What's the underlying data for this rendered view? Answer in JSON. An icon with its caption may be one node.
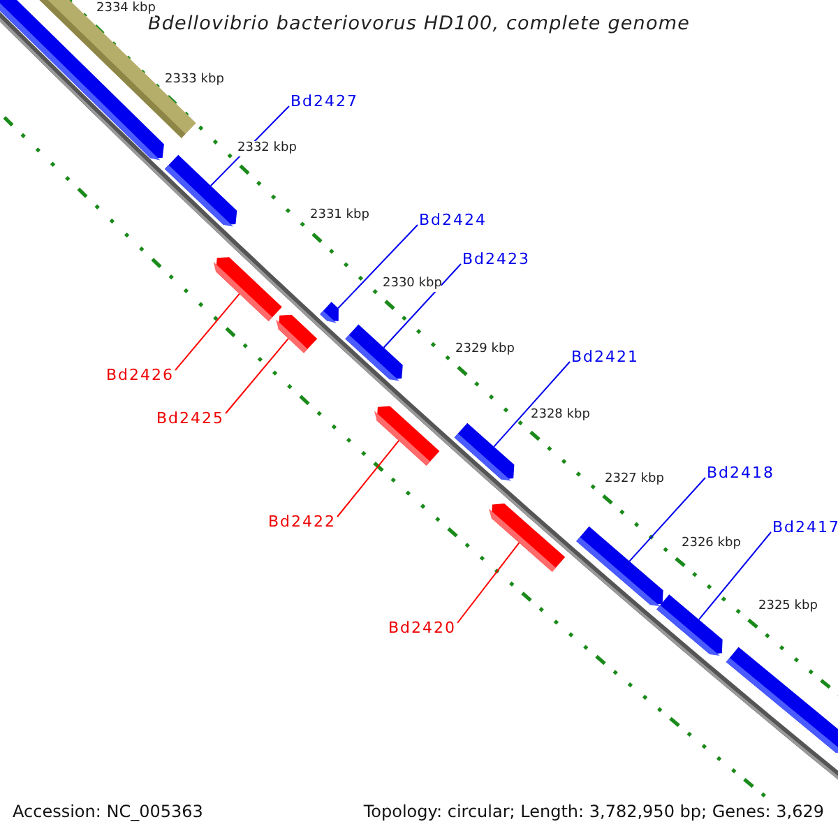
{
  "diagram": {
    "title": "Bdellovibrio bacteriovorus HD100, complete genome",
    "nodes": [
      {
        "text": [],
        "shape": "bar"
      },
      {
        "text": [],
        "shape": "bar"
      },
      {
        "text": [],
        "shape": "bar"
      },
      {
        "text": [],
        "shape": "bar"
      },
      {
        "text": [],
        "shape": "bar"
      },
      {
        "text": [],
        "shape": "bar"
      },
      {
        "text": [],
        "shape": "bar"
      },
      {
        "text": [],
        "shape": "bar"
      },
      {
        "text": [],
        "shape": "bar"
      },
      {
        "text": [],
        "shape": "bar"
      },
      {
        "text": [],
        "shape": "bar"
      },
      {
        "text": [],
        "shape": "bar"
      },
      {
        "text": [],
        "shape": "bar"
      },
      {
        "text": [
          "Bd2427"
        ]
      },
      {
        "text": [
          "Bd2424"
        ]
      },
      {
        "text": [
          "Bd2423"
        ]
      },
      {
        "text": [
          "Bd2426"
        ]
      },
      {
        "text": [
          "Bd2421"
        ]
      },
      {
        "text": [
          "Bd2425"
        ]
      },
      {
        "text": [
          "Bd2422"
        ]
      },
      {
        "text": [
          "Bd2418"
        ]
      },
      {
        "text": [
          "Bd2417"
        ]
      },
      {
        "text": [
          "Bd2420"
        ]
      }
    ],
    "edges": [
      {
        "from": 13,
        "to": 2,
        "arrow": "none"
      },
      {
        "from": 14,
        "to": 3,
        "arrow": "none"
      },
      {
        "from": 15,
        "to": 5,
        "arrow": "none"
      },
      {
        "from": 16,
        "to": 4,
        "arrow": "none",
        "color": "#ff0000"
      },
      {
        "from": 17,
        "to": 7,
        "arrow": "none"
      },
      {
        "from": 18,
        "to": 6,
        "arrow": "none",
        "color": "#ff0000"
      },
      {
        "from": 19,
        "to": 8,
        "arrow": "none",
        "color": "#ff0000"
      },
      {
        "from": 20,
        "to": 10,
        "arrow": "none"
      },
      {
        "from": 21,
        "to": 11,
        "arrow": "none"
      },
      {
        "from": 22,
        "to": 9,
        "arrow": "none",
        "color": "#ff0000"
      }
    ],
    "labels": [
      "2334 kbp",
      "2333 kbp",
      "2332 kbp",
      "2331 kbp",
      "2330 kbp",
      "2329 kbp",
      "2328 kbp",
      "2327 kbp",
      "2326 kbp",
      "2325 kbp",
      "Accession: NC_005363",
      "Topology: circular; Length: 3,782,950 bp; Genes: 3,629"
    ]
  }
}
